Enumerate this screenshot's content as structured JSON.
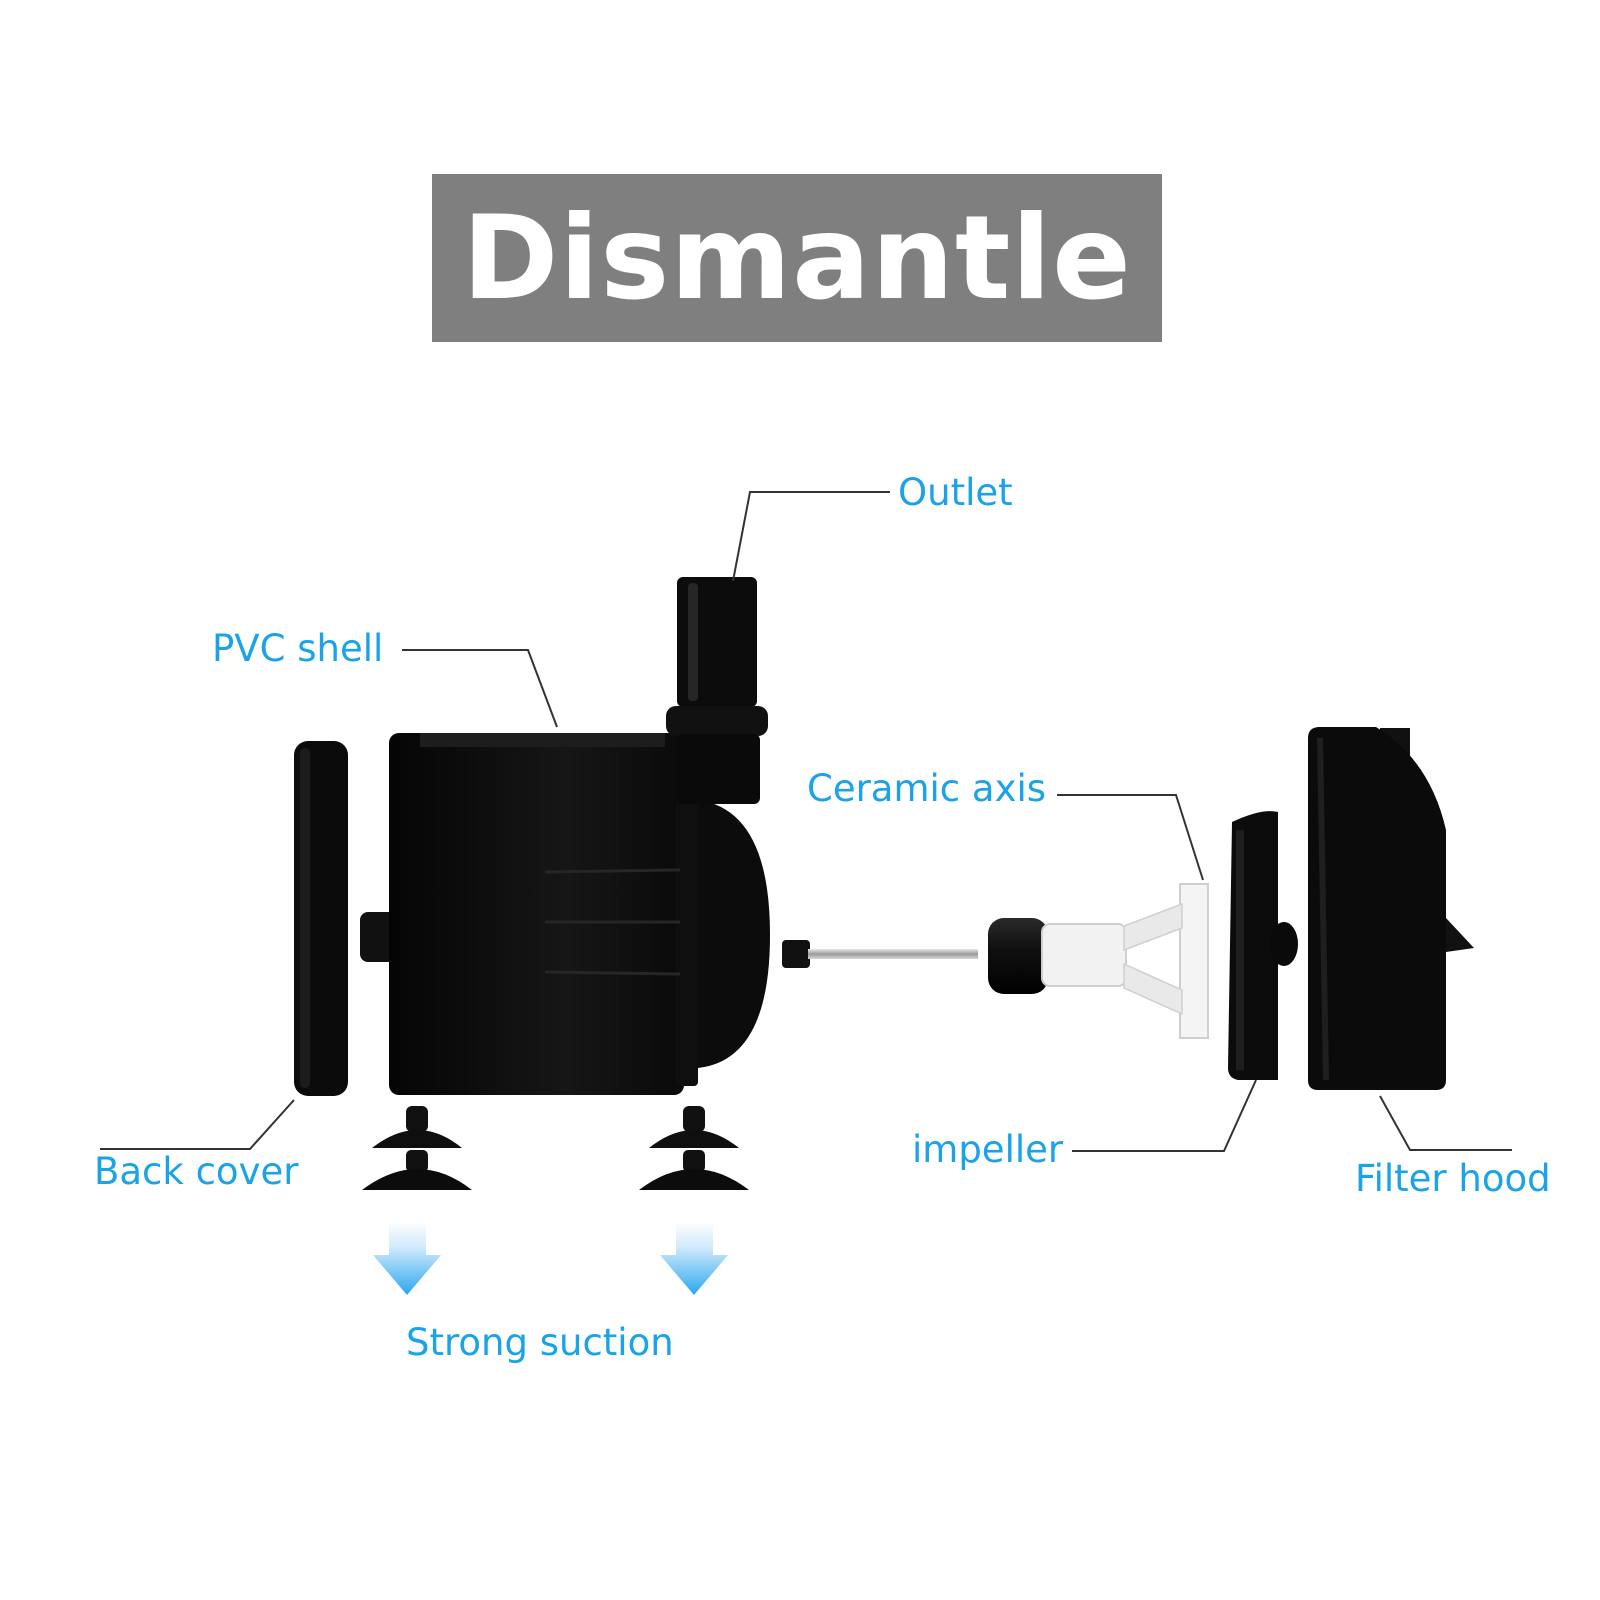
{
  "title": "Dismantle",
  "colors": {
    "title_bg": "#7f7f7f",
    "title_text": "#ffffff",
    "label": "#1aa3e8",
    "leader_line": "#333333",
    "part": "#0d0d0d",
    "arrow": "#2aa7ef"
  },
  "labels": {
    "outlet": "Outlet",
    "pvc_shell": "PVC shell",
    "ceramic_axis": "Ceramic axis",
    "back_cover": "Back cover",
    "impeller": "impeller",
    "filter_hood": "Filter hood",
    "strong_suction": "Strong suction"
  }
}
